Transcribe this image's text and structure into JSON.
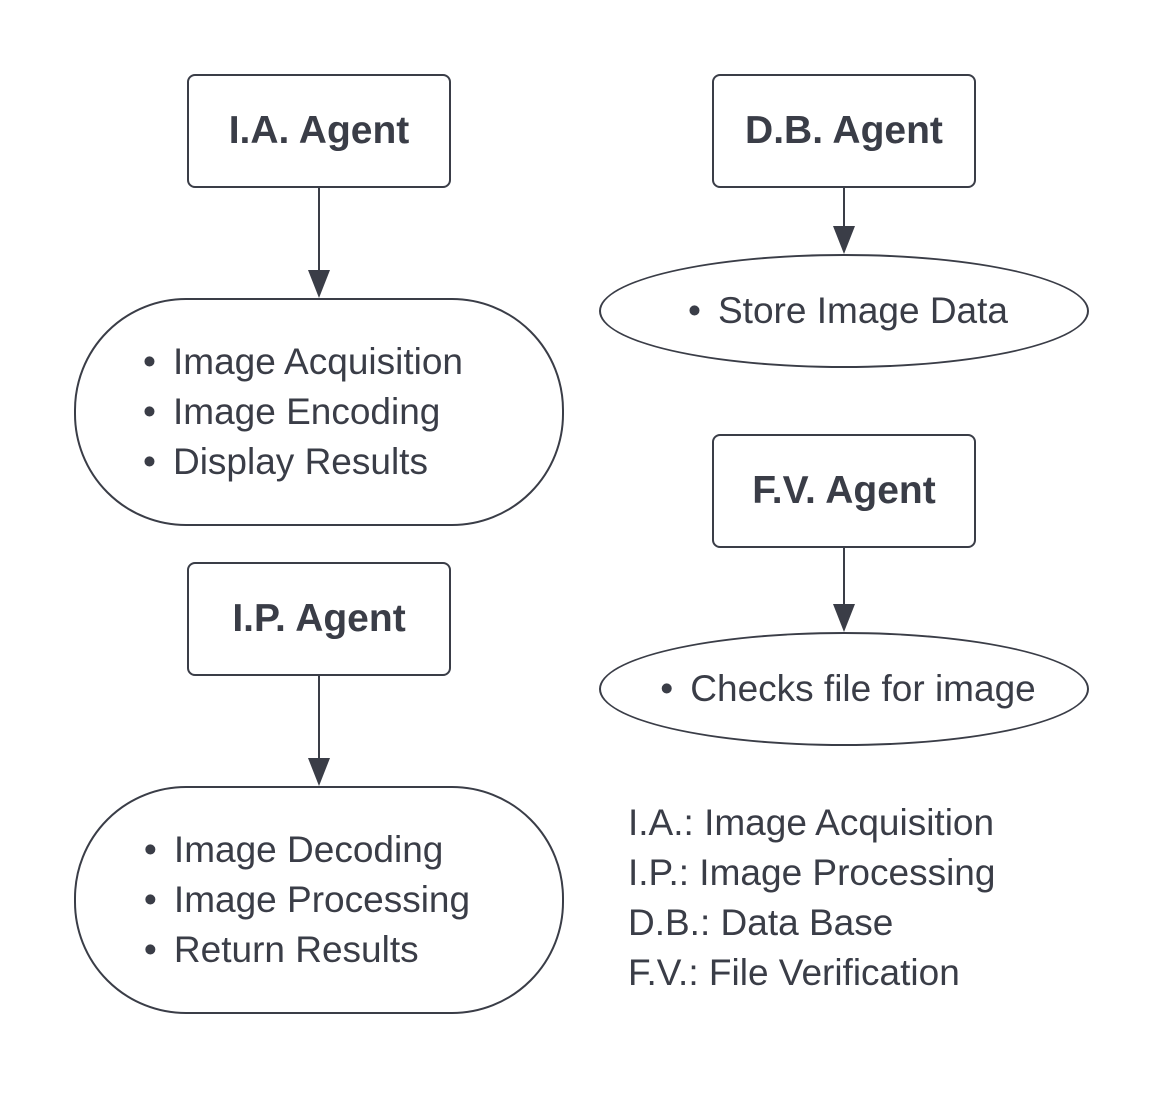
{
  "diagram": {
    "ia_agent": {
      "title": "I.A. Agent",
      "tasks": [
        "Image Acquisition",
        "Image Encoding",
        "Display Results"
      ]
    },
    "ip_agent": {
      "title": "I.P. Agent",
      "tasks": [
        "Image Decoding",
        "Image Processing",
        "Return Results"
      ]
    },
    "db_agent": {
      "title": "D.B. Agent",
      "tasks": [
        "Store Image Data"
      ]
    },
    "fv_agent": {
      "title": "F.V. Agent",
      "tasks": [
        "Checks file for image"
      ]
    },
    "legend": [
      "I.A.: Image Acquisition",
      "I.P.: Image Processing",
      "D.B.: Data Base",
      "F.V.: File Verification"
    ],
    "colors": {
      "stroke": "#3a3d47",
      "text": "#3a3d47",
      "background": "#ffffff"
    }
  }
}
